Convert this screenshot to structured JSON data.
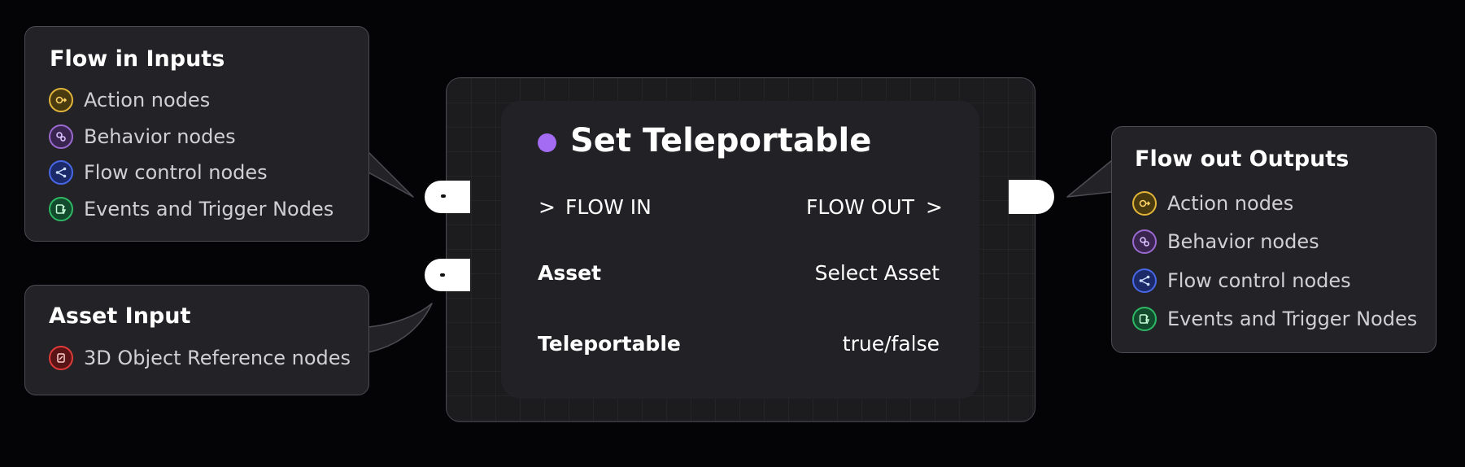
{
  "node": {
    "title": "Set Teleportable",
    "accent_color": "#a46cf2",
    "flow_in_arrow": ">",
    "flow_in_label": "FLOW IN",
    "flow_out_label": "FLOW OUT",
    "flow_out_arrow": ">",
    "rows": [
      {
        "label": "Asset",
        "value": "Select Asset"
      },
      {
        "label": "Teleportable",
        "value": "true/false"
      }
    ]
  },
  "callouts": {
    "flow_in": {
      "title": "Flow in Inputs",
      "items": [
        {
          "label": "Action nodes",
          "icon": "action-icon",
          "color": "#e2b53a"
        },
        {
          "label": "Behavior nodes",
          "icon": "behavior-icon",
          "color": "#9a6ad0"
        },
        {
          "label": "Flow control nodes",
          "icon": "flow-control-icon",
          "color": "#4868e8"
        },
        {
          "label": "Events and Trigger Nodes",
          "icon": "events-trigger-icon",
          "color": "#2eb864"
        }
      ]
    },
    "asset_input": {
      "title": "Asset Input",
      "items": [
        {
          "label": "3D Object Reference nodes",
          "icon": "object-reference-icon",
          "color": "#e03a3a"
        }
      ]
    },
    "flow_out": {
      "title": "Flow out Outputs",
      "items": [
        {
          "label": "Action nodes",
          "icon": "action-icon",
          "color": "#e2b53a"
        },
        {
          "label": "Behavior nodes",
          "icon": "behavior-icon",
          "color": "#9a6ad0"
        },
        {
          "label": "Flow control nodes",
          "icon": "flow-control-icon",
          "color": "#4868e8"
        },
        {
          "label": "Events and Trigger Nodes",
          "icon": "events-trigger-icon",
          "color": "#2eb864"
        }
      ]
    }
  }
}
